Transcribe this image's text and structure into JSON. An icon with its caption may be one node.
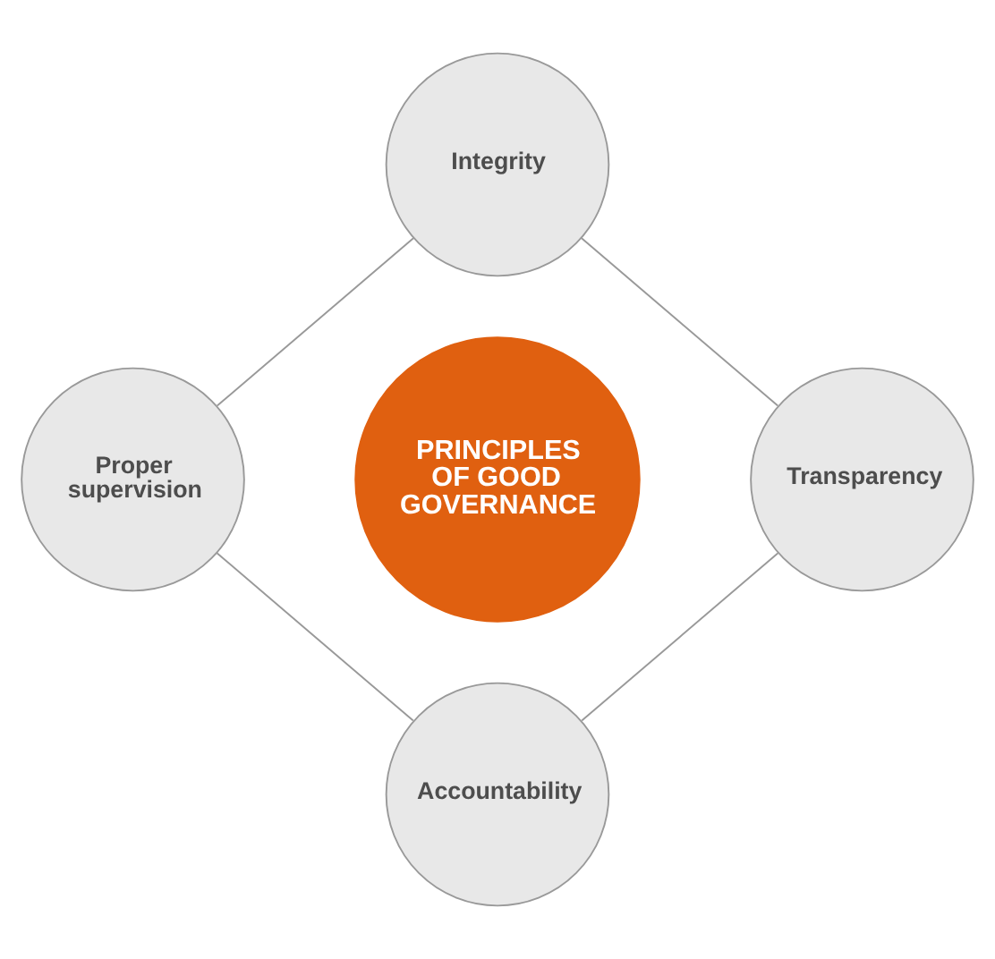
{
  "diagram": {
    "nodes": [
      {
        "text": [
          "Integrity"
        ]
      },
      {
        "text": [
          "Proper supervision"
        ]
      },
      {
        "text": [
          "PRINCIPLES OF GOOD GOVERNANCE"
        ]
      },
      {
        "text": [
          "Transparency"
        ]
      },
      {
        "text": [
          "Accountability"
        ]
      }
    ],
    "edges": [
      {
        "from": 0,
        "to": 3,
        "arrow": "none"
      },
      {
        "from": 3,
        "to": 4,
        "arrow": "none"
      },
      {
        "from": 4,
        "to": 1,
        "arrow": "none"
      },
      {
        "from": 1,
        "to": 0,
        "arrow": "none"
      }
    ]
  }
}
